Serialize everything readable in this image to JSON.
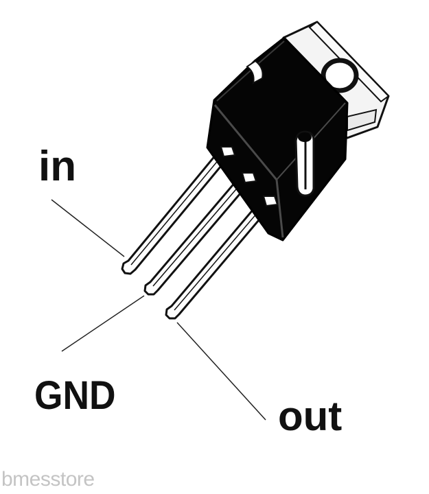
{
  "labels": {
    "in": "in",
    "gnd": "GND",
    "out": "out"
  },
  "watermark": "bmesstore",
  "colors": {
    "body": "#050505",
    "tab": "#f4f4f4",
    "outline": "#111111",
    "leader": "#222222"
  }
}
